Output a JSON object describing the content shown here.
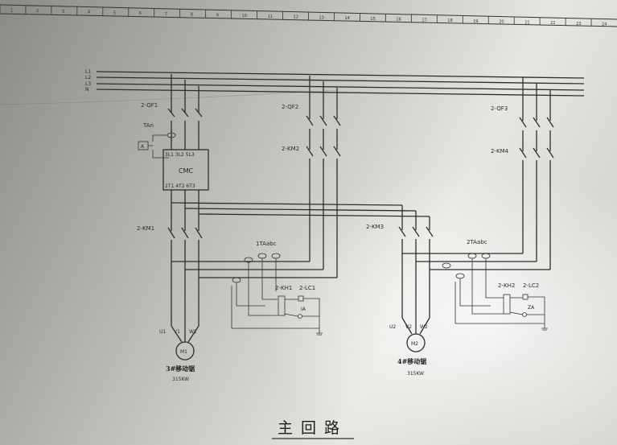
{
  "bus": {
    "lines": [
      "L1",
      "L2",
      "L3",
      "N"
    ]
  },
  "ruler": {
    "numbers": [
      "1",
      "2",
      "3",
      "4",
      "5",
      "6",
      "7",
      "8",
      "9",
      "10",
      "11",
      "12",
      "13",
      "14",
      "15",
      "16",
      "17",
      "18",
      "19",
      "20",
      "21",
      "22",
      "23",
      "24"
    ]
  },
  "labels": {
    "qf1": "2-QF1",
    "qf2": "2-QF2",
    "qf3": "2-QF3",
    "km1": "2-KM1",
    "km2": "2-KM2",
    "km3": "2-KM3",
    "km4": "2-KM4",
    "ta": "TAn",
    "cmc_top": "3L1 3L2 5L3",
    "cmc": "CMC",
    "cmc_bottom": "2T1 4T2 6T3",
    "ct1": "1TAabc",
    "ct2": "2TAabc",
    "kh1": "2-KH1",
    "lc1": "2-LC1",
    "kh2": "2-KH2",
    "lc2": "2-LC2",
    "ia": "IA",
    "za": "ZA",
    "u1": "U1",
    "v1": "V1",
    "w1": "W1",
    "u2": "U2",
    "v2": "V2",
    "w2": "W2",
    "m1": "M1",
    "m2": "M2"
  },
  "motors": [
    {
      "name": "3#移动锯",
      "power": "315KW"
    },
    {
      "name": "4#移动锯",
      "power": "315KW"
    }
  ],
  "title": "主回路"
}
